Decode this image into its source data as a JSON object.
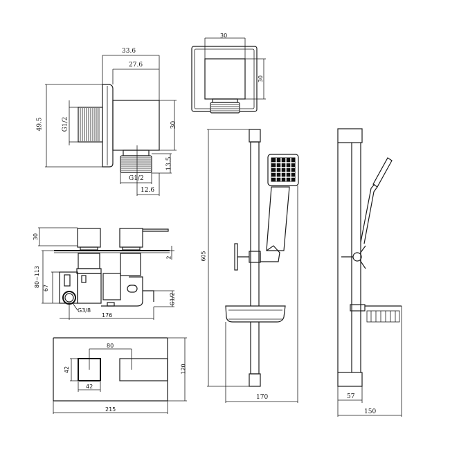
{
  "drawing": {
    "title": "Shower valve, wall outlet and slide rail kit technical drawing",
    "units": "mm",
    "color_line": "#1a1a1a",
    "color_background": "#ffffff"
  },
  "wall_outlet_side": {
    "dim_overall_depth": "33.6",
    "dim_body_depth": "27.6",
    "dim_plate_height": "49.5",
    "dim_inlet_thread": "G1/2",
    "dim_body_height": "30",
    "dim_outlet_thread_len": "13.5",
    "dim_outlet_thread": "G1/2",
    "dim_outlet_offset": "12.6"
  },
  "wall_outlet_front": {
    "dim_width": "30",
    "dim_height": "30"
  },
  "valve_side": {
    "dim_handle_height": "30",
    "dim_wall_depth": "80~113",
    "dim_body_height": "67",
    "dim_plate_thickness": "2",
    "dim_outlet_thread": "G1/2",
    "dim_inlet_thread": "G3/8",
    "dim_width": "176"
  },
  "valve_front": {
    "dim_handle_spacing": "80",
    "dim_handle_height": "42",
    "dim_handle_width": "42",
    "dim_plate_height": "120",
    "dim_plate_width": "215"
  },
  "rail_front": {
    "dim_rail_length": "605",
    "dim_projection": "170"
  },
  "rail_side": {
    "dim_bracket_depth": "57",
    "dim_total_depth": "150"
  }
}
